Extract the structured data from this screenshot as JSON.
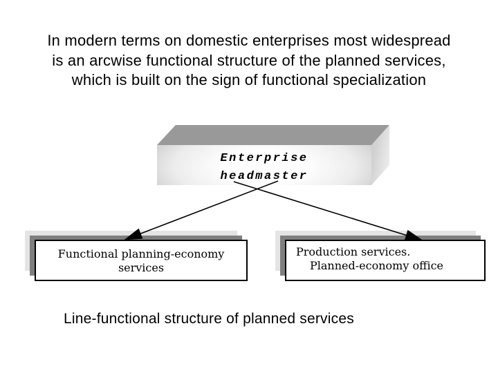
{
  "slide": {
    "title_lines": [
      "In modern terms on domestic enterprises most widespread",
      "is an arcwise functional structure of the planned services,",
      "which is built on the sign of functional specialization"
    ],
    "caption": "Line-functional structure of planned services"
  },
  "diagram": {
    "root_box": {
      "line1": "Enterprise",
      "line2": "headmaster"
    },
    "left_box": {
      "line1": "Functional planning-economy",
      "line2": "services"
    },
    "right_box": {
      "line1": "Production services.",
      "line2": "Planned-economy office"
    },
    "connectors": [
      {
        "from": "root_box",
        "to": "left_box"
      },
      {
        "from": "root_box",
        "to": "right_box"
      }
    ]
  },
  "colors": {
    "background": "#ffffff",
    "text": "#000000",
    "box_top_face": "#999999",
    "box_front_edge": "#c7c7c7",
    "shadow_light": "#e4e4e4",
    "shadow_dark": "#7f7f7f",
    "arrow": "#000000"
  }
}
